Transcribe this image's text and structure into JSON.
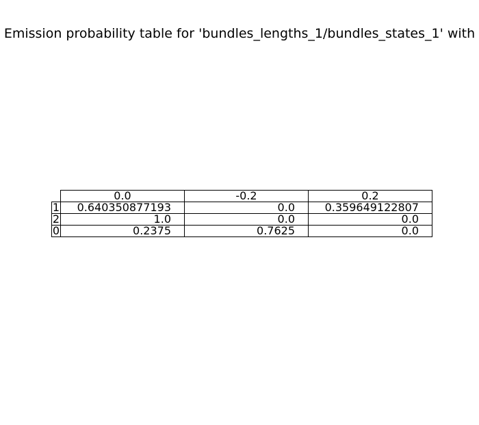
{
  "chart_data": {
    "type": "table",
    "title": "Emission probability table for 'bundles_lengths_1/bundles_states_1' with",
    "column_labels": [
      "0.0",
      "-0.2",
      "0.2"
    ],
    "rows": [
      {
        "label": "1",
        "cells": [
          "0.640350877193",
          "0.0",
          "0.359649122807"
        ]
      },
      {
        "label": "2",
        "cells": [
          "1.0",
          "0.0",
          "0.0"
        ]
      },
      {
        "label": "0",
        "cells": [
          "0.2375",
          "0.7625",
          "0.0"
        ]
      }
    ]
  }
}
